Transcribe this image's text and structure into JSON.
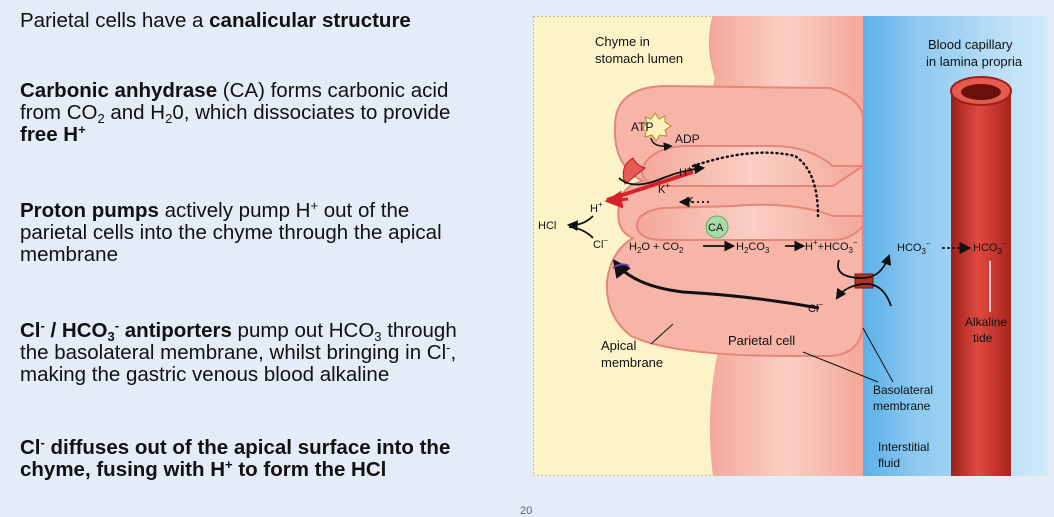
{
  "bullets": [
    {
      "text_1": "Parietal cells have a ",
      "bold_1": "canalicular structure"
    },
    {
      "bold_1": "Carbonic anhydrase",
      "text_1": " (CA) forms carbonic acid",
      "text_2": "from CO",
      "sub_1": "2",
      "text_3": " and H",
      "sub_2": "2",
      "text_4": "0, which dissociates to provide",
      "bold_2": "free H",
      "sup_1": "+"
    },
    {
      "bold_1": "Proton pumps",
      "text_1": " actively pump H",
      "sup_1": "+",
      "text_2": " out of the",
      "text_3": "parietal cells into the chyme through the apical",
      "text_4": "membrane"
    },
    {
      "bold_1": "Cl",
      "sup_1": "-",
      "bold_2": " / HCO",
      "sub_1": "3",
      "sup_2": "-",
      "bold_3": " antiporters",
      "text_1": " pump out HCO",
      "sub_2": "3",
      "text_2": " through",
      "text_3": "the basolateral membrane, whilst bringing in Cl",
      "sup_3": "-",
      "text_4": ",",
      "text_5": "making the gastric venous blood alkaline"
    },
    {
      "bold_1": "Cl",
      "sup_1": "-",
      "bold_2": " diffuses out of the apical surface into the",
      "bold_3": "chyme, fusing with H",
      "sup_2": "+",
      "bold_4": "  to form the HCl"
    }
  ],
  "page_number": "20",
  "diagram": {
    "chyme_label": [
      "Chyme in",
      "stomach lumen"
    ],
    "blood_label": [
      "Blood capillary",
      "in lamina propria"
    ],
    "atp": "ATP",
    "adp": "ADP",
    "h": "H",
    "k": "K",
    "plus": "+",
    "minus": "−",
    "hcl": "HCl",
    "cl": "Cl",
    "ca": "CA",
    "h2o": "H",
    "co2": "CO",
    "h2co3_h": "H",
    "h2co3_co": "CO",
    "hco3": "HCO",
    "sub2": "2",
    "sub3": "3",
    "apical_label": [
      "Apical",
      "membrane"
    ],
    "parietal_label": "Parietal cell",
    "basolateral_label": [
      "Basolateral",
      "membrane"
    ],
    "interstitial_label": [
      "Interstitial",
      "fluid"
    ],
    "alkaline_label": [
      "Alkaline",
      "tide"
    ]
  },
  "colors": {
    "background": "#e4ecf8",
    "chyme": "#fdedb0",
    "cell": "#f5b3a8",
    "interstitial": "#9ccff0",
    "capillary": "#c8312c",
    "pump": "#d8222a",
    "ca_circle": "#a8dba8"
  }
}
